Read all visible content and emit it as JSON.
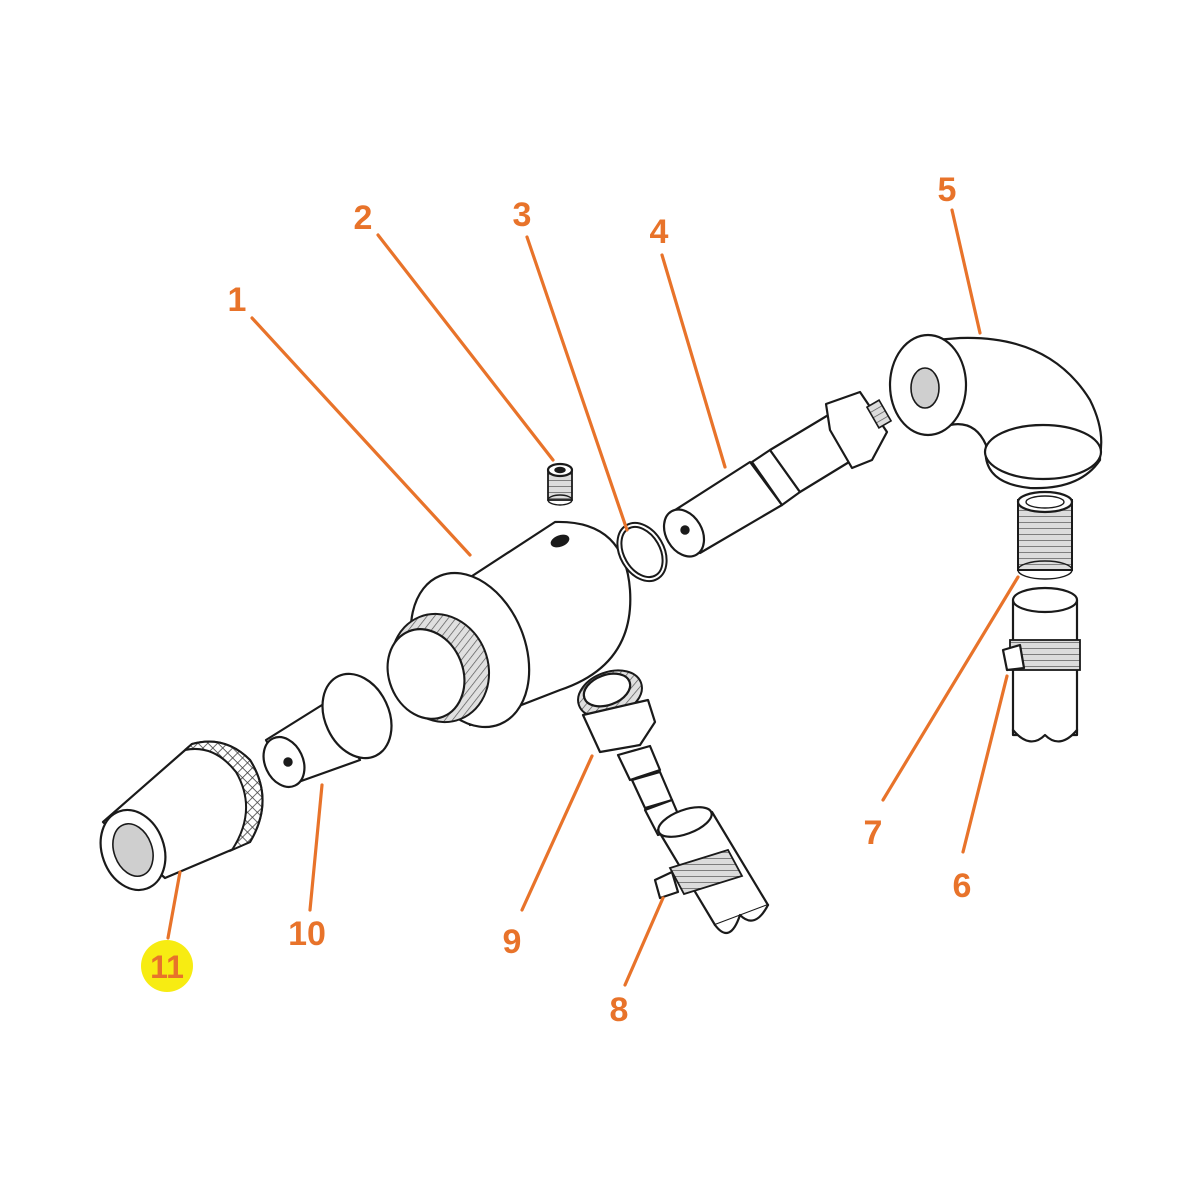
{
  "colors": {
    "callout": "#e8732a",
    "highlight_fill": "#f7ec12",
    "highlight_text": "#e8732a",
    "line_art": "#1a1a1a"
  },
  "callouts": [
    {
      "id": "1",
      "label": "1"
    },
    {
      "id": "2",
      "label": "2"
    },
    {
      "id": "3",
      "label": "3"
    },
    {
      "id": "4",
      "label": "4"
    },
    {
      "id": "5",
      "label": "5"
    },
    {
      "id": "6",
      "label": "6"
    },
    {
      "id": "7",
      "label": "7"
    },
    {
      "id": "8",
      "label": "8"
    },
    {
      "id": "9",
      "label": "9"
    },
    {
      "id": "10",
      "label": "10"
    },
    {
      "id": "11",
      "label": "11",
      "highlighted": true
    }
  ]
}
